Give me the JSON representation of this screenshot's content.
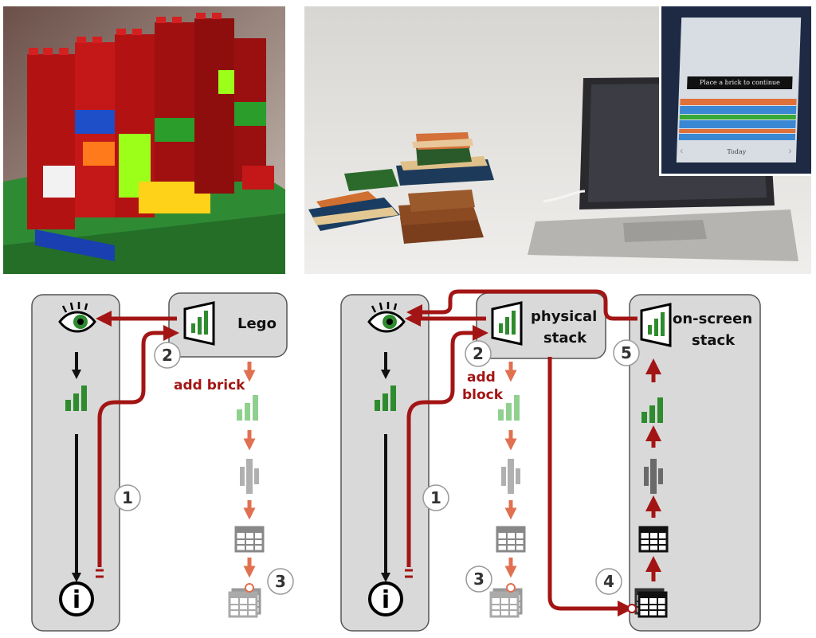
{
  "photos": {
    "lego": {
      "description_icon": "lego-bricks-photo"
    },
    "blocks": {
      "description_icon": "wooden-blocks-and-laptop-photo"
    },
    "tablet": {
      "prompt": "Place a brick to continue",
      "footer": "Today",
      "prev": "‹",
      "next": "›"
    }
  },
  "left_diagram": {
    "box_label": "Lego",
    "action_label": "add brick",
    "steps": [
      "1",
      "2",
      "3"
    ]
  },
  "right_diagram": {
    "box_label_line1": "physical",
    "box_label_line2": "stack",
    "screen_label_line1": "on-screen",
    "screen_label_line2": "stack",
    "action_label_line1": "add",
    "action_label_line2": "block",
    "steps": [
      "1",
      "2",
      "3",
      "4",
      "5"
    ]
  },
  "colors": {
    "arrow_red": "#a31515",
    "arrow_light": "#e07050",
    "panel_gray": "#d9d9d9",
    "bar_dark_green": "#2e8b2e",
    "bar_light_green": "#8fd08f",
    "gray_glyph": "#a0a0a0"
  }
}
